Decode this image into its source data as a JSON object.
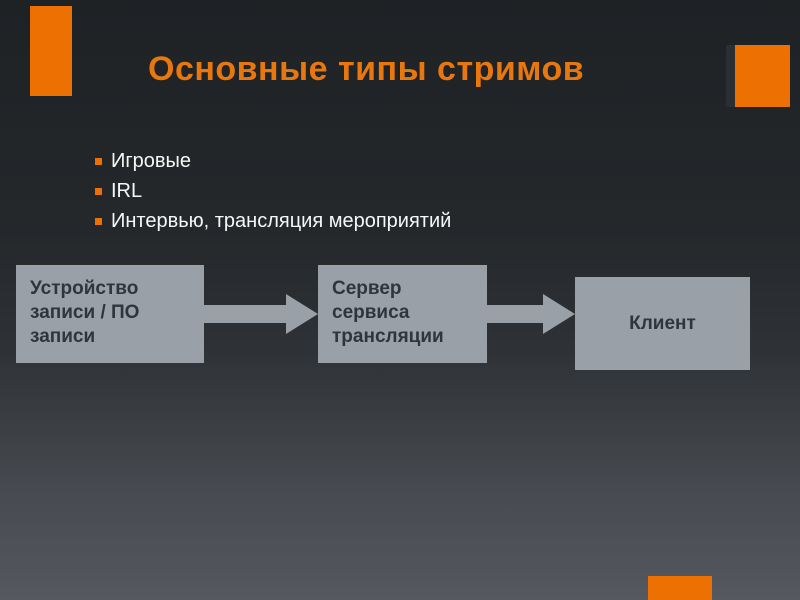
{
  "slide": {
    "title": "Основные типы стримов",
    "bullets": [
      "Игровые",
      "IRL",
      "Интервью, трансляция мероприятий"
    ],
    "diagram": {
      "boxes": [
        {
          "label": "Устройство записи / ПО записи"
        },
        {
          "label": "Сервер сервиса трансляции"
        },
        {
          "label": "Клиент"
        }
      ]
    },
    "colors": {
      "accent_orange": "#ed7102",
      "title_orange": "#e8770e",
      "box_fill": "#9aa0a8",
      "box_text": "#2f353c",
      "bullet_text": "#f7f7f7"
    }
  }
}
